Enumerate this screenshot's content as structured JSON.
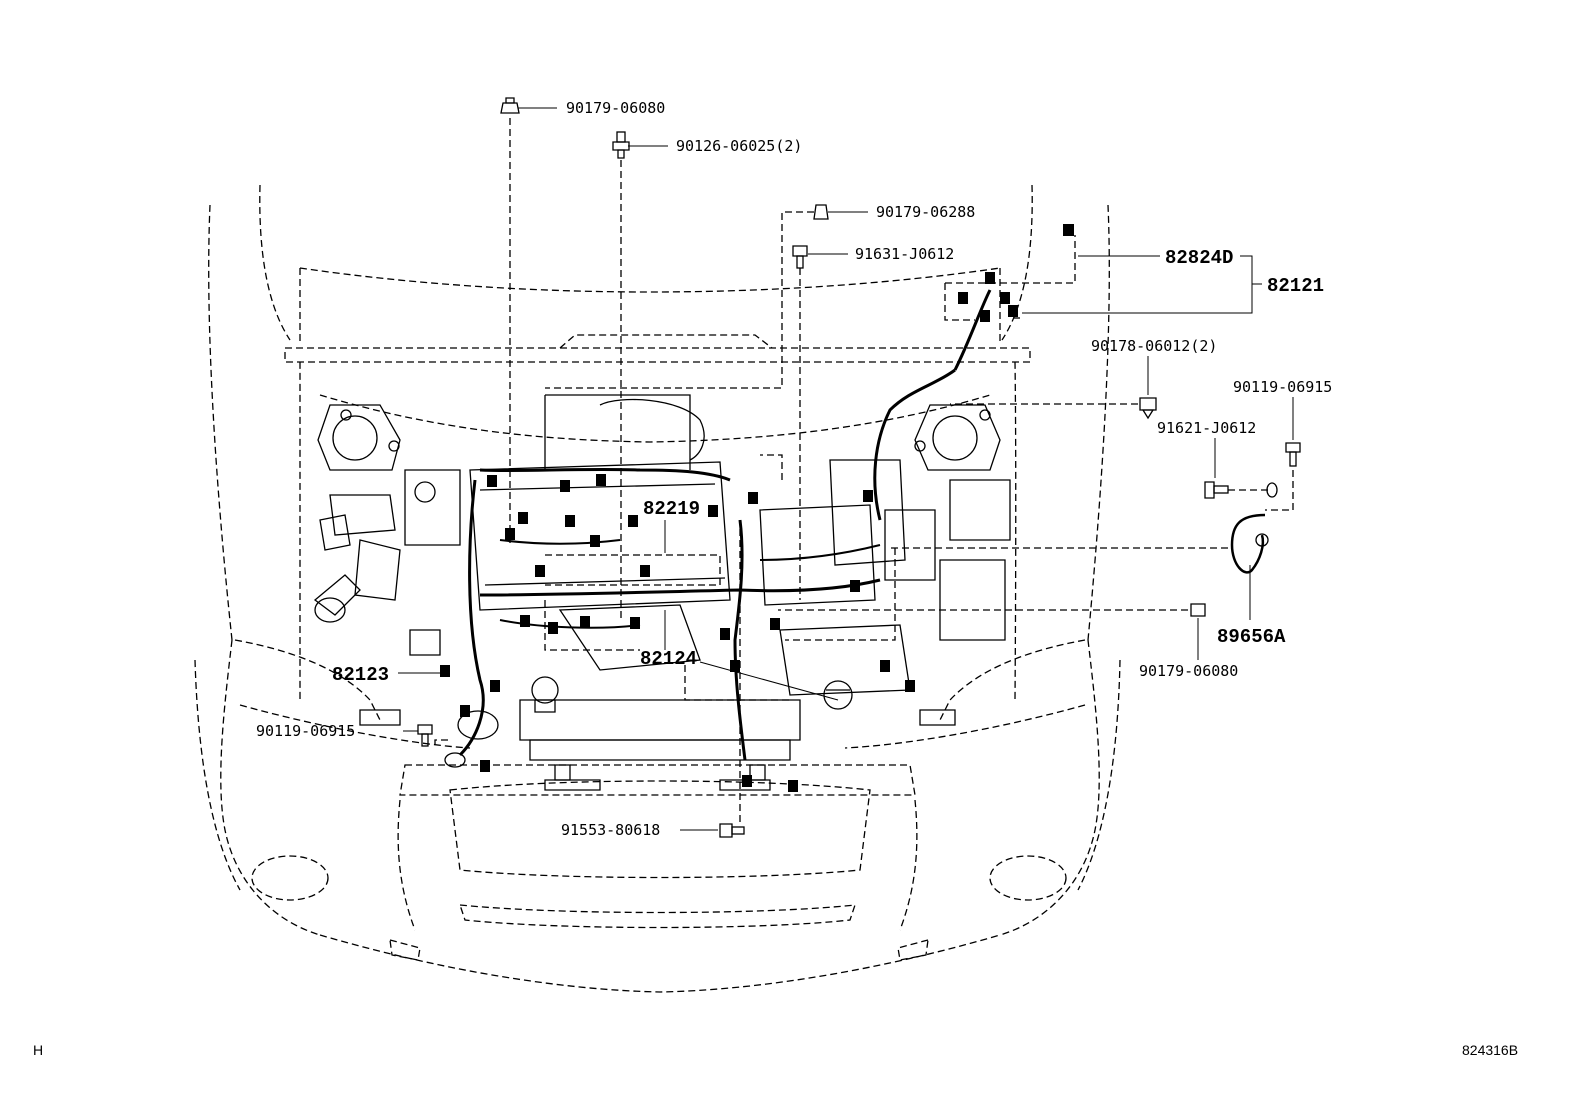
{
  "diagram": {
    "corner_left": "H",
    "figure_id": "824316B",
    "parts": {
      "p_90179_06080_top": "90179-06080",
      "p_90126_06025": "90126-06025(2)",
      "p_90179_06288": "90179-06288",
      "p_91631_J0612": "91631-J0612",
      "p_82824D": "82824D",
      "p_82121": "82121",
      "p_90178_06012": "90178-06012(2)",
      "p_90119_06915_right": "90119-06915",
      "p_91621_J0612": "91621-J0612",
      "p_82219": "82219",
      "p_89656A": "89656A",
      "p_90179_06080_right": "90179-06080",
      "p_82123": "82123",
      "p_82124": "82124",
      "p_90119_06915_left": "90119-06915",
      "p_91553_80618": "91553-80618"
    }
  }
}
